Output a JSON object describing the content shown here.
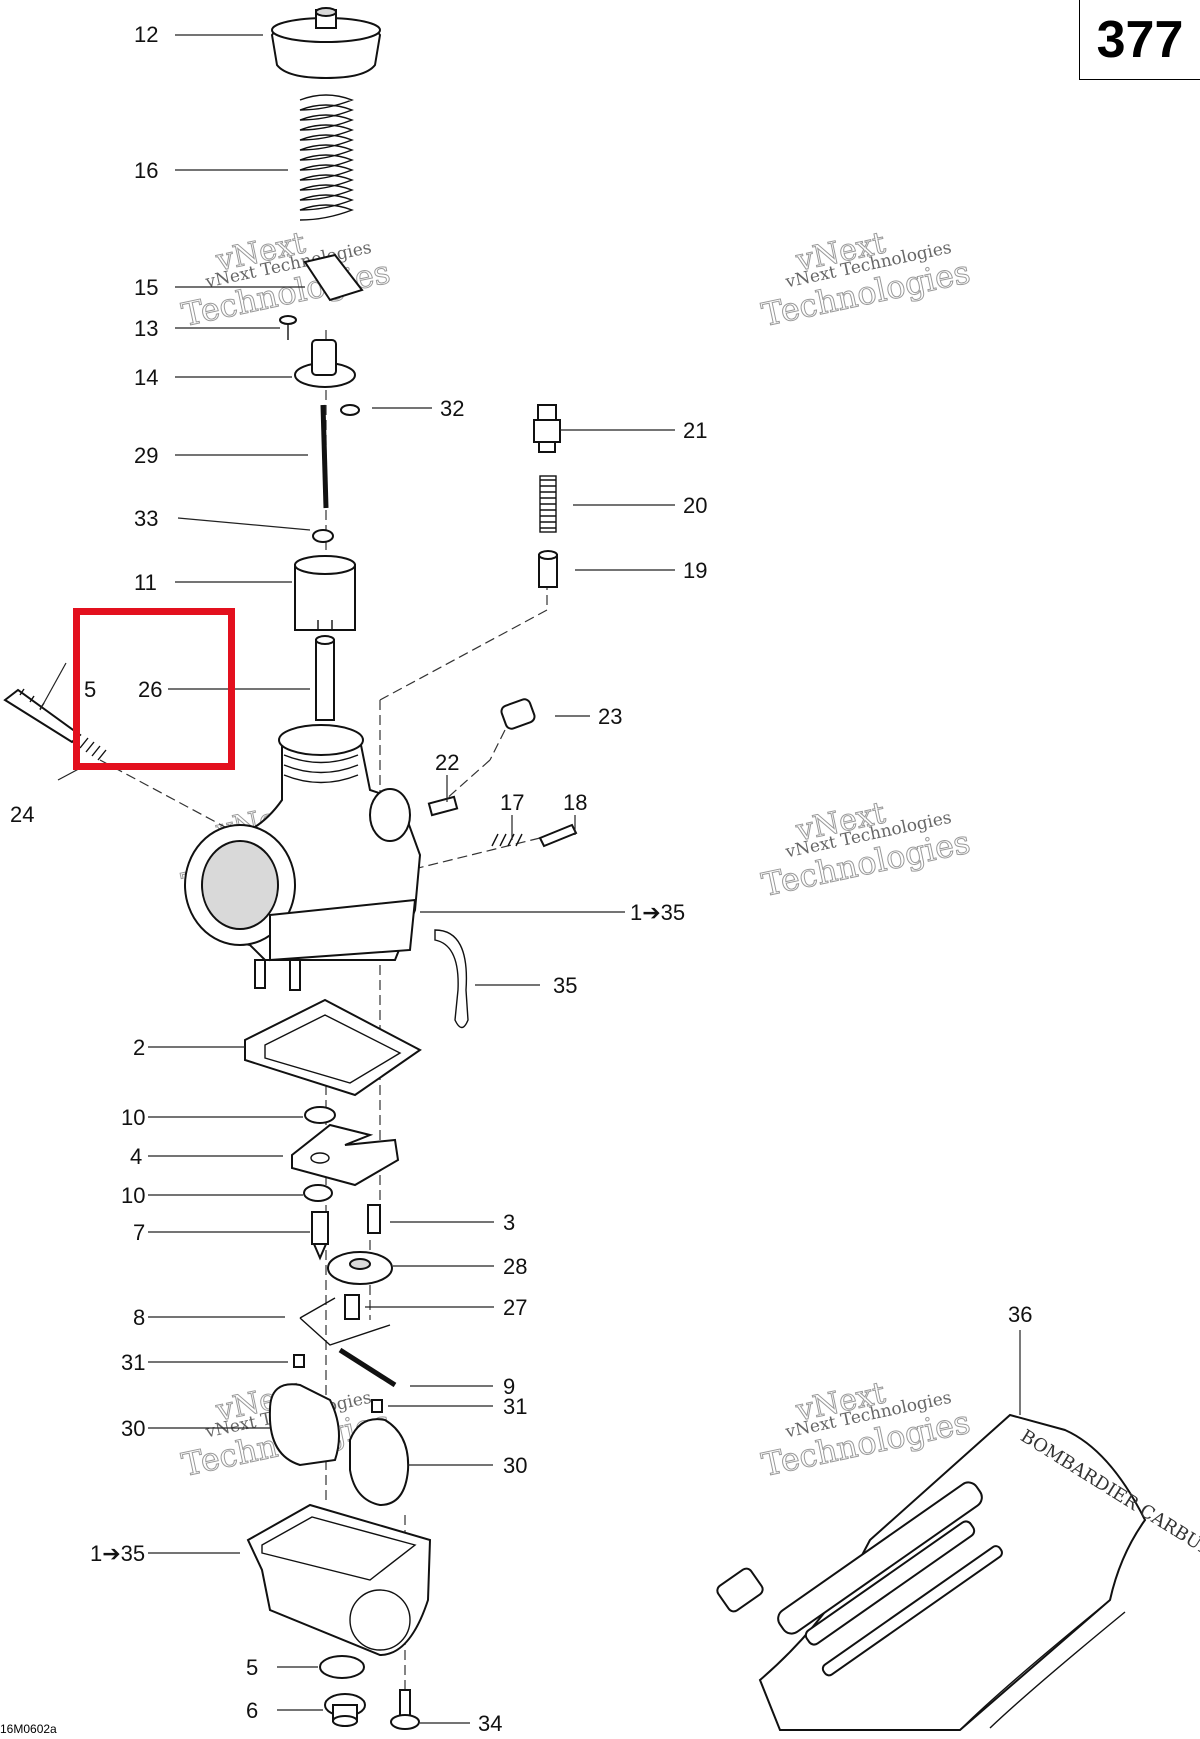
{
  "page_number": "377",
  "figure_code": "16M0602a",
  "watermark": {
    "line1": "vNext",
    "line2": "vNext Technologies",
    "line3": "Technologies"
  },
  "tool_kit_text": "BOMBARDIER CARBURATOR SERVICE TOOLS",
  "callouts": {
    "c12": "12",
    "c16": "16",
    "c15": "15",
    "c13": "13",
    "c14": "14",
    "c32": "32",
    "c29": "29",
    "c21": "21",
    "c20": "20",
    "c33": "33",
    "c19": "19",
    "c11": "11",
    "c5a": "5",
    "c26": "26",
    "c23": "23",
    "c24": "24",
    "c22": "22",
    "c17": "17",
    "c18": "18",
    "c1_35a": "1➔35",
    "c35": "35",
    "c2": "2",
    "c10a": "10",
    "c4": "4",
    "c10b": "10",
    "c3": "3",
    "c7": "7",
    "c28": "28",
    "c8": "8",
    "c27": "27",
    "c36": "36",
    "c31a": "31",
    "c9": "9",
    "c31b": "31",
    "c30a": "30",
    "c30b": "30",
    "c1_35b": "1➔35",
    "c5b": "5",
    "c6": "6",
    "c34": "34"
  },
  "colors": {
    "highlight": "#e3101e",
    "line": "#111111",
    "watermark": "#9a9a9a"
  }
}
